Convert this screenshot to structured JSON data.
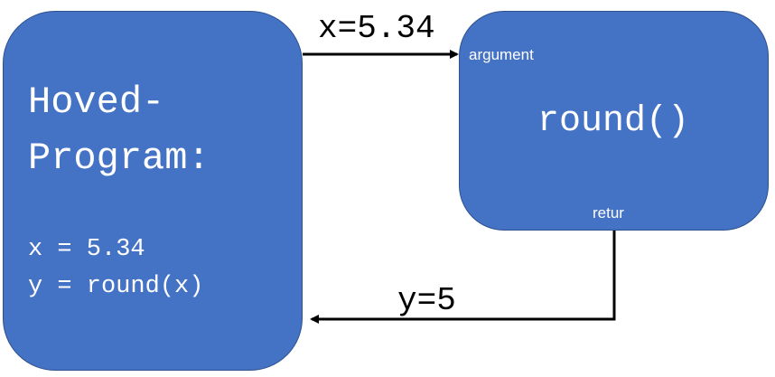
{
  "main_box": {
    "title_line_1": "Hoved-",
    "title_line_2": "Program:",
    "code_line_1": "x = 5.34",
    "code_line_2": "y = round(x)"
  },
  "function_box": {
    "name": "round()",
    "argument_label": "argument",
    "return_label": "retur"
  },
  "arrows": {
    "input_label": "x=5.34",
    "output_label": "y=5"
  },
  "colors": {
    "box_fill": "#4472C4",
    "box_border": "#2F528F",
    "text_on_box": "#FFFFFF",
    "arrow": "#000000"
  }
}
